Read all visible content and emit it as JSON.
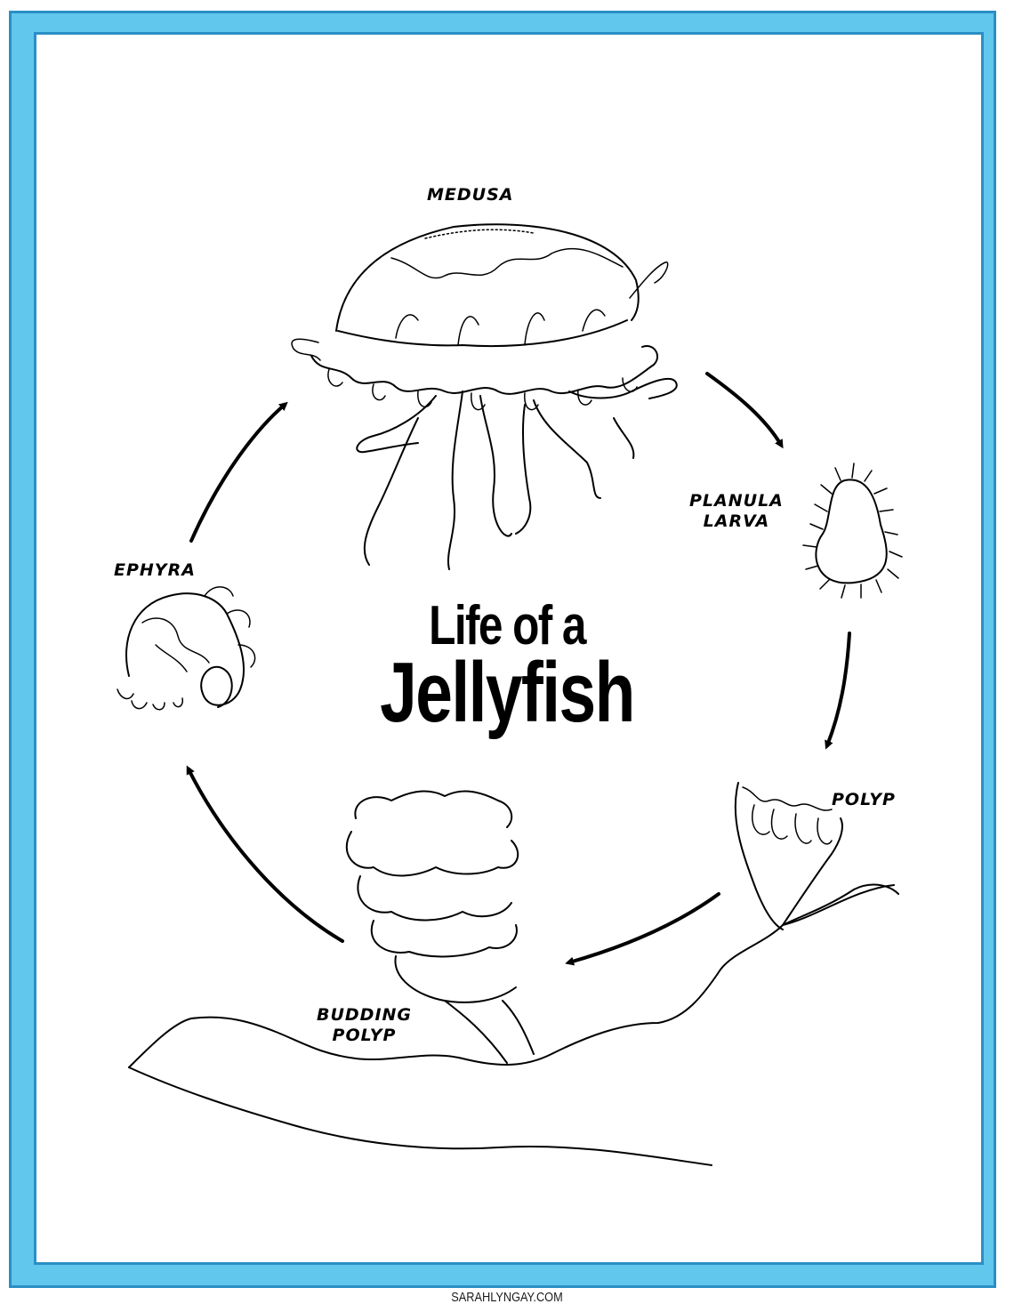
{
  "title": {
    "line1": "Life of a",
    "line2": "Jellyfish"
  },
  "stages": {
    "medusa": "MEDUSA",
    "planula": [
      "PLANULA",
      "LARVA"
    ],
    "polyp": "POLYP",
    "budding": [
      "BUDDING",
      "POLYP"
    ],
    "ephyra": "EPHYRA"
  },
  "footer": "SARAHLYNGAY.COM",
  "colors": {
    "frame": "#62c7ec",
    "frame_border": "#2a8fc5",
    "ink": "#000000"
  }
}
